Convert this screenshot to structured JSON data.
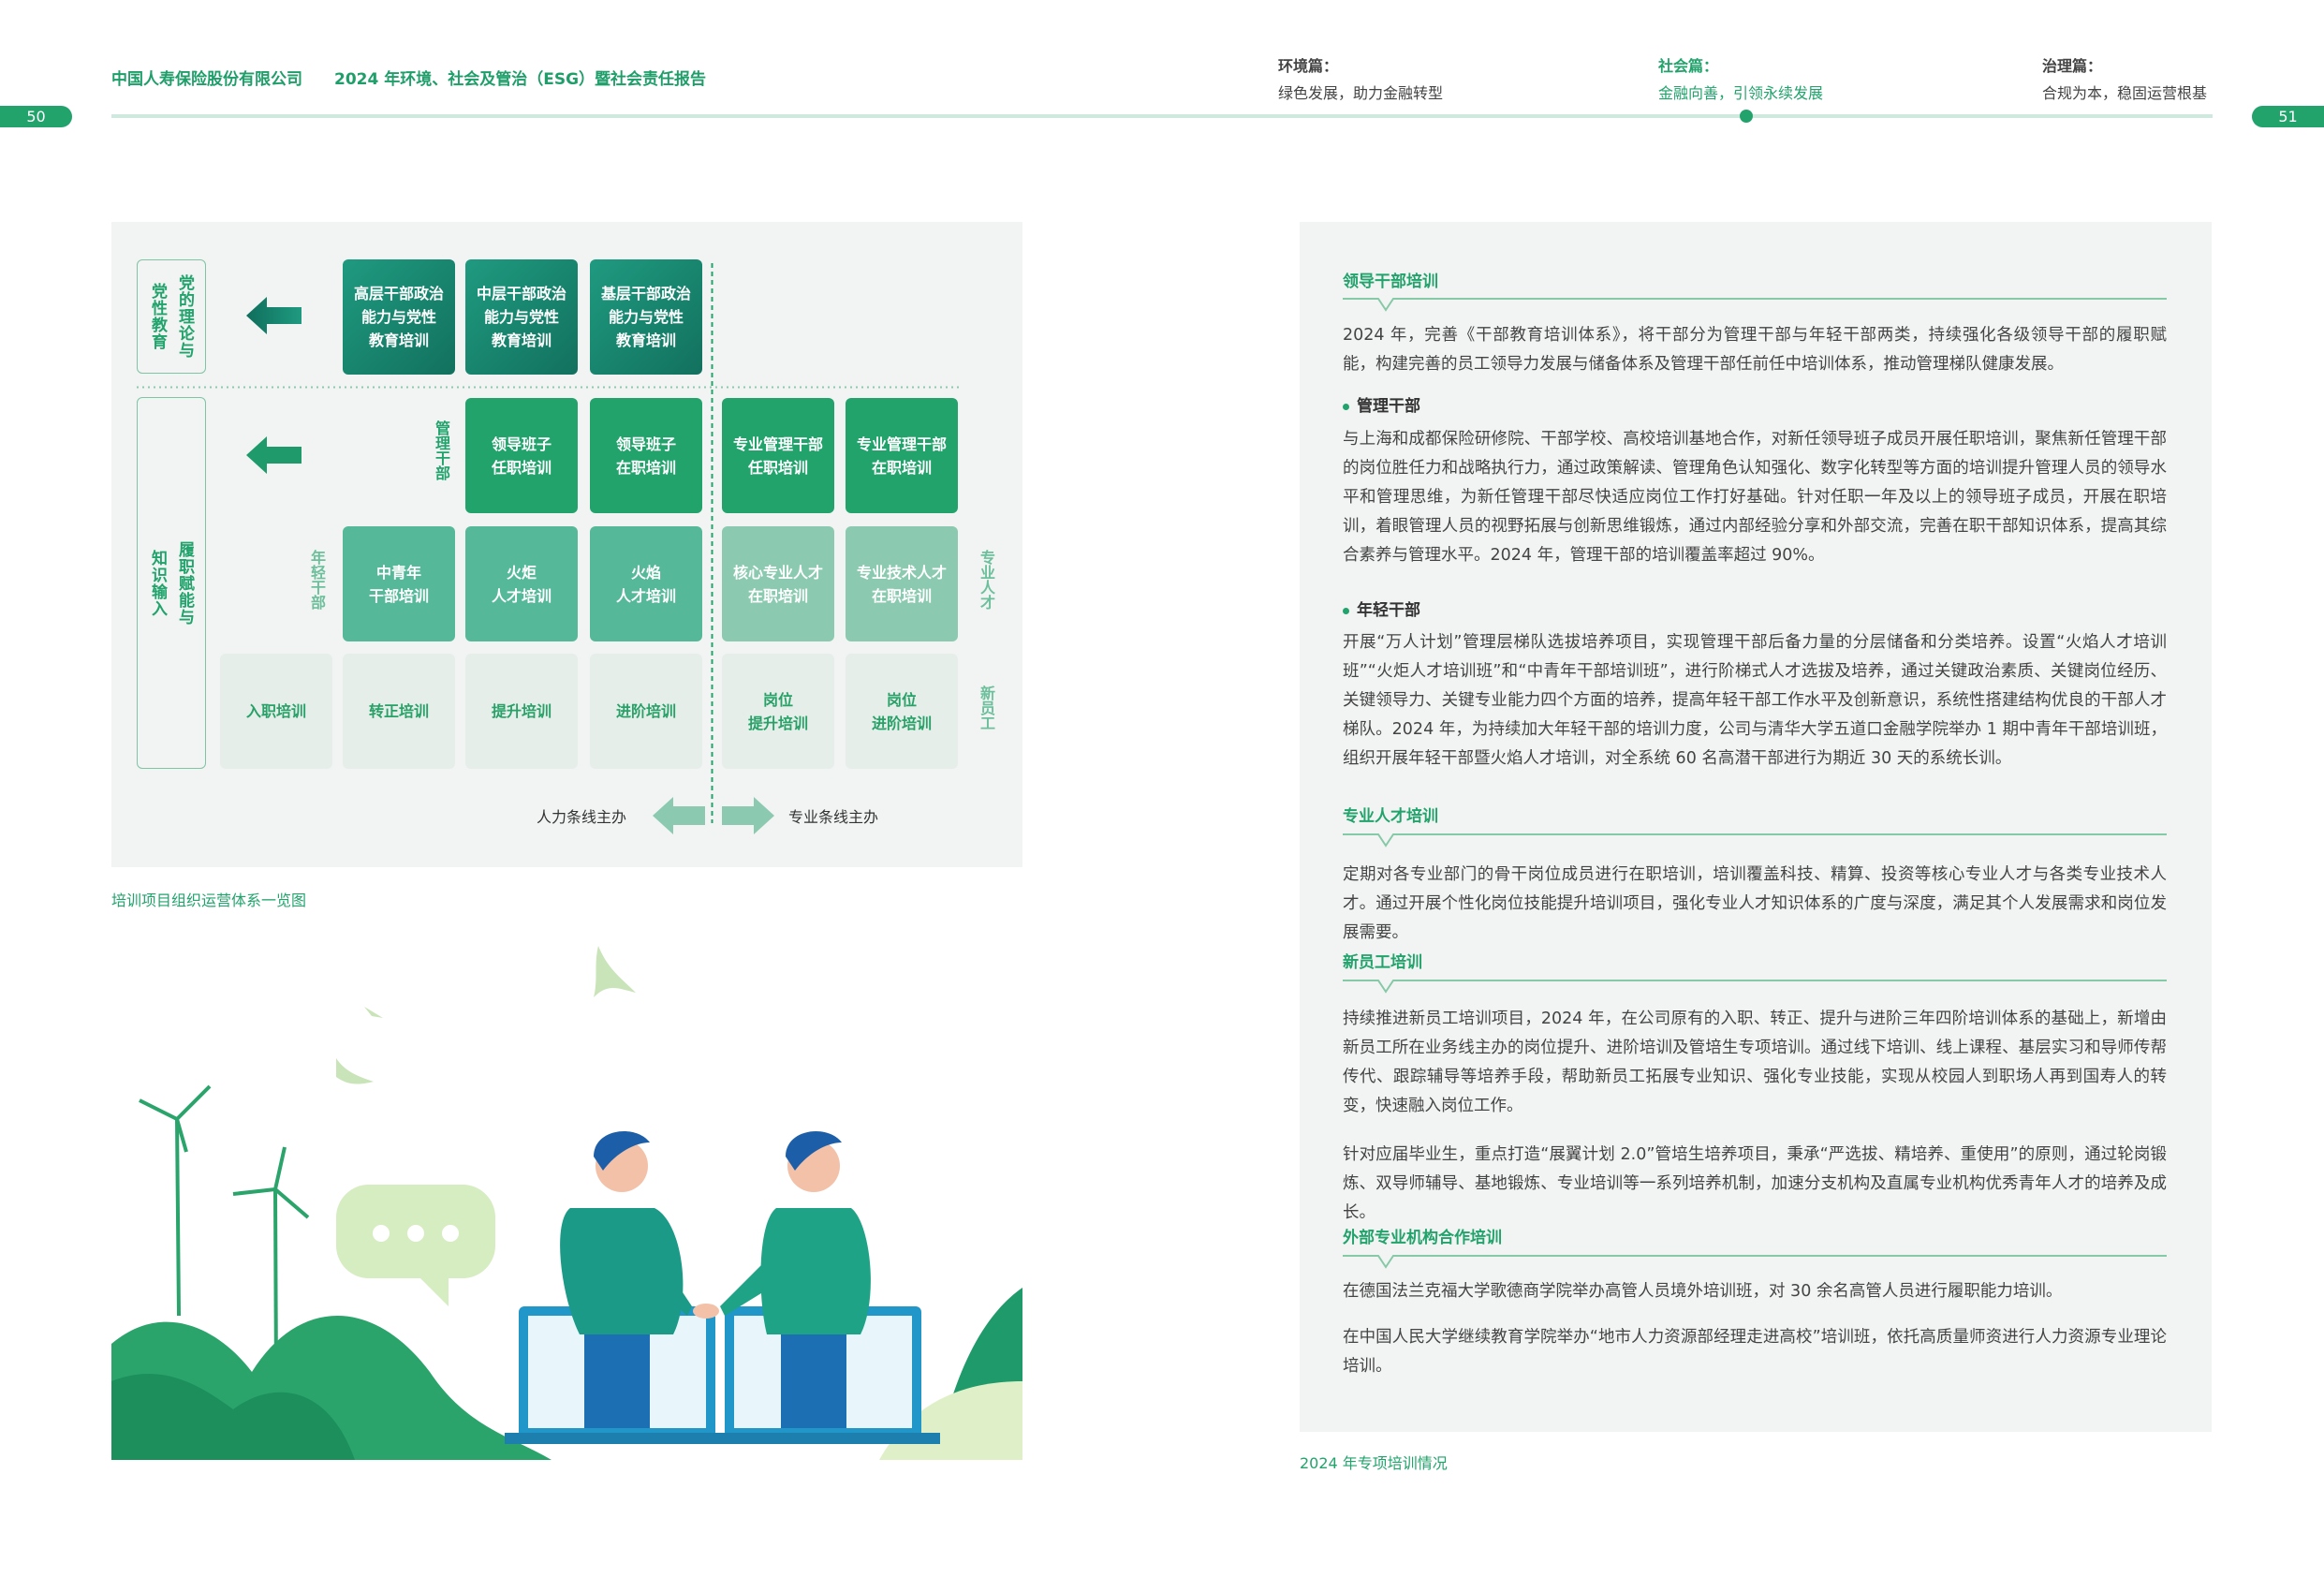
{
  "header": {
    "company": "中国人寿保险股份有限公司",
    "report": "2024 年环境、社会及管治（ESG）暨社会责任报告",
    "nav": [
      {
        "title": "环境篇：",
        "sub": "绿色发展，助力金融转型"
      },
      {
        "title": "社会篇：",
        "sub": "金融向善，引领永续发展"
      },
      {
        "title": "治理篇：",
        "sub": "合规为本，稳固运营根基"
      }
    ],
    "page_left": "50",
    "page_right": "51"
  },
  "diagram": {
    "side": [
      "党的理论与",
      "党性教育",
      "履职赋能与",
      "知识输入"
    ],
    "row_labels": [
      "管理干部",
      "年轻干部",
      "专业人才",
      "新员工"
    ],
    "row1": [
      "高层干部政治\n能力与党性\n教育培训",
      "中层干部政治\n能力与党性\n教育培训",
      "基层干部政治\n能力与党性\n教育培训"
    ],
    "row2": [
      "领导班子\n任职培训",
      "领导班子\n在职培训",
      "专业管理干部\n任职培训",
      "专业管理干部\n在职培训"
    ],
    "row3": [
      "中青年\n干部培训",
      "火炬\n人才培训",
      "火焰\n人才培训",
      "核心专业人才\n在职培训",
      "专业技术人才\n在职培训"
    ],
    "row4": [
      "入职培训",
      "转正培训",
      "提升培训",
      "进阶培训",
      "岗位\n提升培训",
      "岗位\n进阶培训"
    ],
    "bottom_left": "人力条线主办",
    "bottom_right": "专业条线主办",
    "caption": "培训项目组织运营体系一览图"
  },
  "right": {
    "s1": {
      "title": "领导干部培训",
      "p": "2024 年，完善《干部教育培训体系》，将干部分为管理干部与年轻干部两类，持续强化各级领导干部的履职赋能，构建完善的员工领导力发展与储备体系及管理干部任前任中培训体系，推动管理梯队健康发展。",
      "sub1": "管理干部",
      "p1": "与上海和成都保险研修院、干部学校、高校培训基地合作，对新任领导班子成员开展任职培训，聚焦新任管理干部的岗位胜任力和战略执行力，通过政策解读、管理角色认知强化、数字化转型等方面的培训提升管理人员的领导水平和管理思维，为新任管理干部尽快适应岗位工作打好基础。针对任职一年及以上的领导班子成员，开展在职培训，着眼管理人员的视野拓展与创新思维锻炼，通过内部经验分享和外部交流，完善在职干部知识体系，提高其综合素养与管理水平。2024 年，管理干部的培训覆盖率超过 90%。",
      "sub2": "年轻干部",
      "p2": "开展“万人计划”管理层梯队选拔培养项目，实现管理干部后备力量的分层储备和分类培养。设置“火焰人才培训班”“火炬人才培训班”和“中青年干部培训班”，进行阶梯式人才选拔及培养，通过关键政治素质、关键岗位经历、关键领导力、关键专业能力四个方面的培养，提高年轻干部工作水平及创新意识，系统性搭建结构优良的干部人才梯队。2024 年，为持续加大年轻干部的培训力度，公司与清华大学五道口金融学院举办 1 期中青年干部培训班，组织开展年轻干部暨火焰人才培训，对全系统 60 名高潜干部进行为期近 30 天的系统长训。"
    },
    "s2": {
      "title": "专业人才培训",
      "p": "定期对各专业部门的骨干岗位成员进行在职培训，培训覆盖科技、精算、投资等核心专业人才与各类专业技术人才。通过开展个性化岗位技能提升培训项目，强化专业人才知识体系的广度与深度，满足其个人发展需求和岗位发展需要。"
    },
    "s3": {
      "title": "新员工培训",
      "p1": "持续推进新员工培训项目，2024 年，在公司原有的入职、转正、提升与进阶三年四阶培训体系的基础上，新增由新员工所在业务线主办的岗位提升、进阶培训及管培生专项培训。通过线下培训、线上课程、基层实习和导师传帮传代、跟踪辅导等培养手段，帮助新员工拓展专业知识、强化专业技能，实现从校园人到职场人再到国寿人的转变，快速融入岗位工作。",
      "p2": "针对应届毕业生，重点打造“展翼计划 2.0”管培生培养项目，秉承“严选拔、精培养、重使用”的原则，通过轮岗锻炼、双导师辅导、基地锻炼、专业培训等一系列培养机制，加速分支机构及直属专业机构优秀青年人才的培养及成长。"
    },
    "s4": {
      "title": "外部专业机构合作培训",
      "p1": "在德国法兰克福大学歌德商学院举办高管人员境外培训班，对 30 余名高管人员进行履职能力培训。",
      "p2": "在中国人民大学继续教育学院举办“地市人力资源部经理走进高校”培训班，依托高质量师资进行人力资源专业理论培训。"
    },
    "caption": "2024 年专项培训情况"
  },
  "colors": {
    "brand": "#22a36c",
    "dark": "#17806c"
  }
}
